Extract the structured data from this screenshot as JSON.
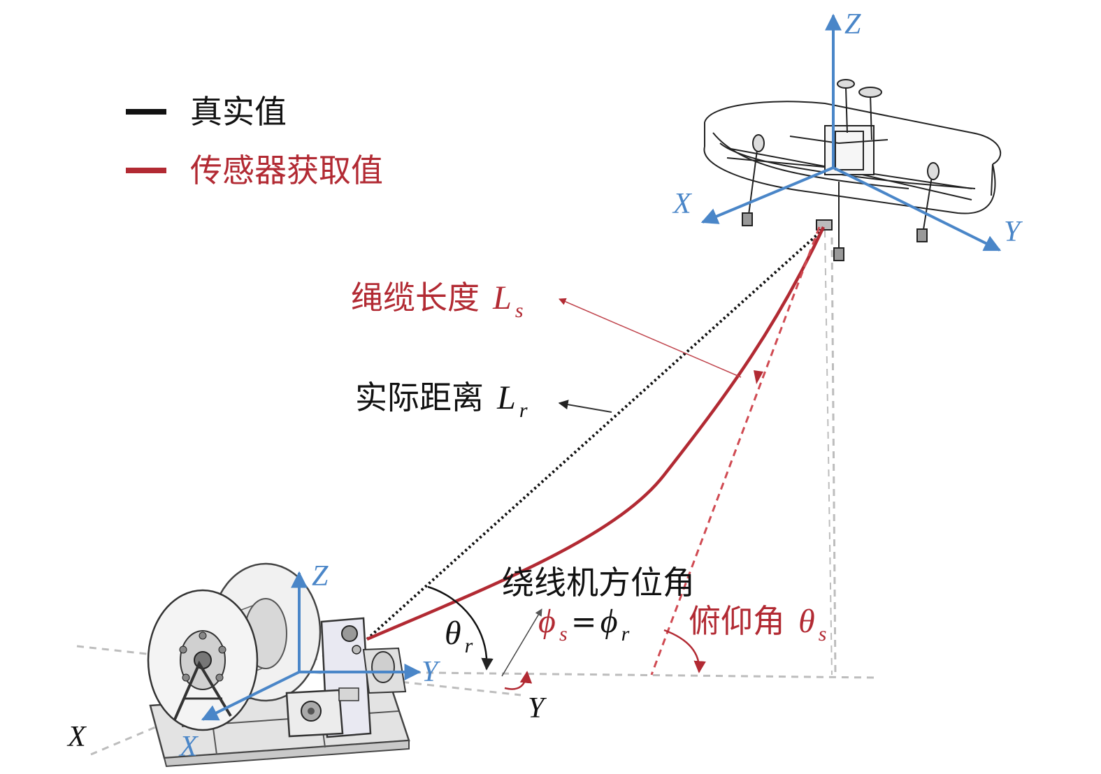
{
  "colors": {
    "true_value": "#111111",
    "sensor_value": "#b22a33",
    "frame_axis": "#4a86c8",
    "ground_dash": "#bdbdbd"
  },
  "legend": {
    "true_label": "真实值",
    "sensor_label": "传感器获取值"
  },
  "labels": {
    "cable_length": "绳缆长度",
    "cable_length_sym": "L",
    "cable_length_sub": "s",
    "actual_distance": "实际距离",
    "actual_distance_sym": "L",
    "actual_distance_sub": "r",
    "winch_azimuth": "绕线机方位角",
    "phi_s": "ϕ",
    "phi_s_sub": "s",
    "equals": "=",
    "phi_r": "ϕ",
    "phi_r_sub": "r",
    "theta_r": "θ",
    "theta_r_sub": "r",
    "pitch_angle": "俯仰角",
    "theta_s": "θ",
    "theta_s_sub": "s"
  },
  "axes": {
    "drone": {
      "z": "Z",
      "x": "X",
      "y": "Y"
    },
    "winch": {
      "z": "Z",
      "x": "X",
      "y": "Y"
    },
    "ground": {
      "x": "X",
      "y": "Y"
    }
  }
}
